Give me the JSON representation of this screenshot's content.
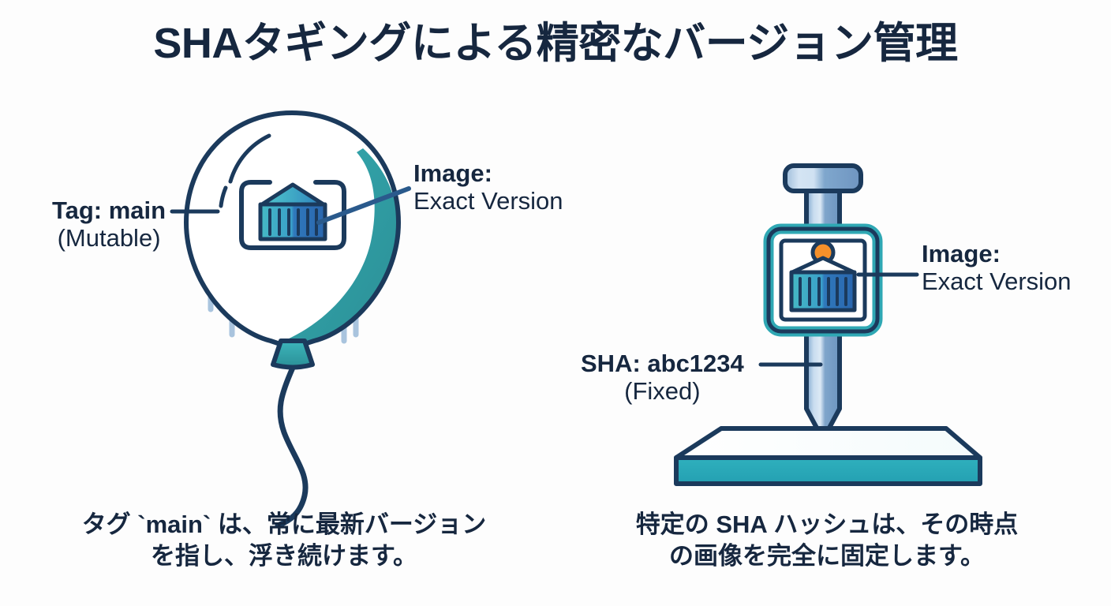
{
  "page": {
    "title": "SHAタギングによる精密なバージョン管理",
    "background_color": "#fdfdfd"
  },
  "colors": {
    "navy": "#1b3a5c",
    "navy_dark": "#16273f",
    "teal": "#2f9fa5",
    "teal_bright": "#2aa8b8",
    "blue": "#2a6fb5",
    "steel_blue": "#7ba3cc",
    "light_blue": "#a9c4de",
    "orange": "#f5902a",
    "white": "#ffffff"
  },
  "left_panel": {
    "icon_name": "balloon-with-container-icon",
    "labels": {
      "tag": {
        "line1": "Tag: main",
        "line2": "(Mutable)"
      },
      "image": {
        "line1": "Image:",
        "line2": "Exact Version"
      }
    },
    "caption": "タグ `main` は、常に最新バージョン\nを指し、浮き続けます。",
    "caption_line1": "タグ `main` は、常に最新バージョン",
    "caption_line2": "を指し、浮き続けます。"
  },
  "right_panel": {
    "icon_name": "nail-stamp-with-container-icon",
    "labels": {
      "sha": {
        "line1": "SHA: abc1234",
        "line2": "(Fixed)"
      },
      "image": {
        "line1": "Image:",
        "line2": "Exact Version"
      }
    },
    "caption": "特定の SHA ハッシュは、その時点\nの画像を完全に固定します。",
    "caption_line1": "特定の SHA ハッシュは、その時点",
    "caption_line2": "の画像を完全に固定します。"
  }
}
